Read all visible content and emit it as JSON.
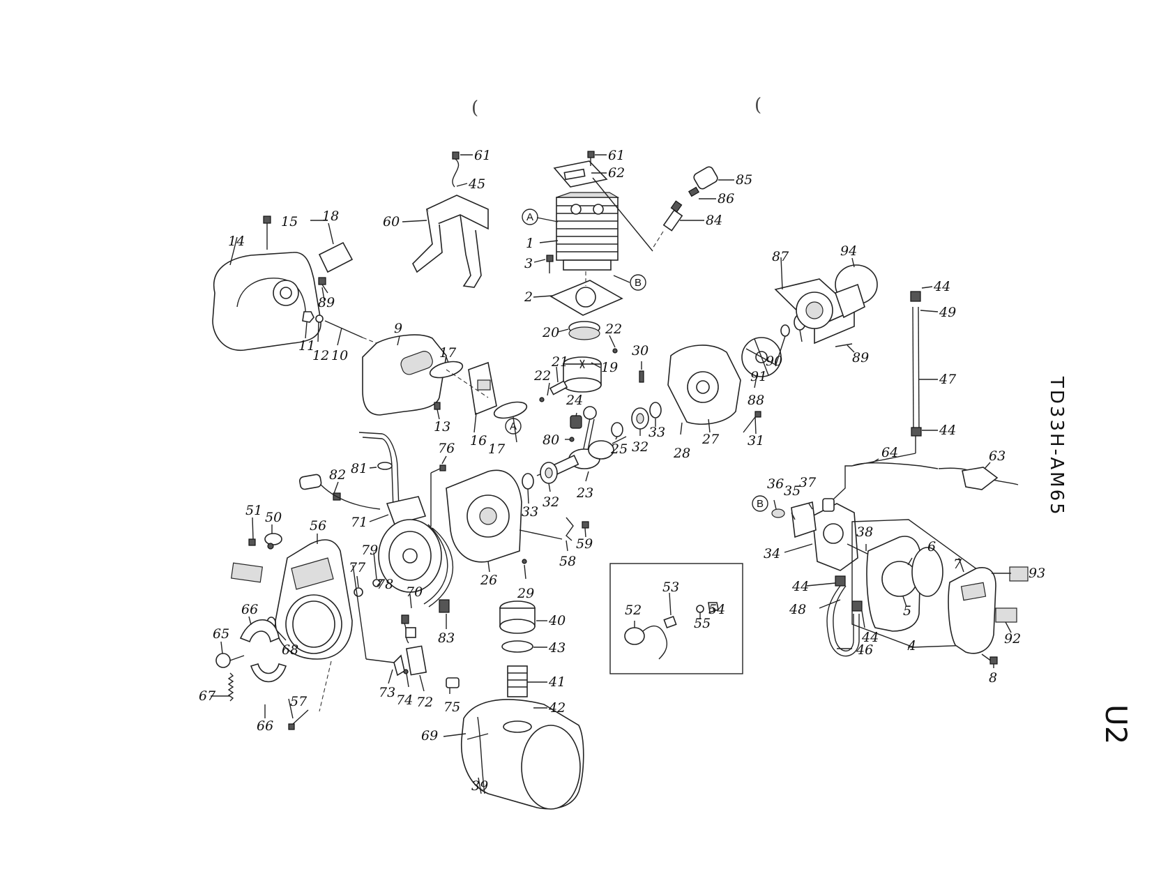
{
  "model": "TD33H-AM65",
  "page_number": "U2",
  "marks": {
    "paren_1": "(",
    "paren_2": "("
  },
  "ref_circles": {
    "A": "A",
    "B": "B"
  },
  "part_labels": {
    "p1": "1",
    "p2": "2",
    "p3": "3",
    "p4": "4",
    "p5": "5",
    "p6": "6",
    "p7": "7",
    "p8": "8",
    "p9": "9",
    "p10": "10",
    "p11": "11",
    "p12": "12",
    "p13": "13",
    "p14": "14",
    "p15": "15",
    "p16": "16",
    "p17a": "17",
    "p17b": "17",
    "p18": "18",
    "p19": "19",
    "p20": "20",
    "p21": "21",
    "p22a": "22",
    "p22b": "22",
    "p23": "23",
    "p24": "24",
    "p25": "25",
    "p26": "26",
    "p27": "27",
    "p28": "28",
    "p29": "29",
    "p30": "30",
    "p31": "31",
    "p32a": "32",
    "p32b": "32",
    "p33a": "33",
    "p33b": "33",
    "p34": "34",
    "p35": "35",
    "p36": "36",
    "p37": "37",
    "p38": "38",
    "p39": "39",
    "p40": "40",
    "p41": "41",
    "p42": "42",
    "p43": "43",
    "p44a": "44",
    "p44b": "44",
    "p44c": "44",
    "p44d": "44",
    "p45": "45",
    "p46": "46",
    "p47": "47",
    "p48": "48",
    "p49": "49",
    "p50": "50",
    "p51": "51",
    "p52": "52",
    "p53": "53",
    "p54": "54",
    "p55": "55",
    "p56": "56",
    "p57": "57",
    "p58": "58",
    "p59": "59",
    "p60": "60",
    "p61a": "61",
    "p61b": "61",
    "p62": "62",
    "p63": "63",
    "p64": "64",
    "p65": "65",
    "p66a": "66",
    "p66b": "66",
    "p67": "67",
    "p68": "68",
    "p69": "69",
    "p70": "70",
    "p71": "71",
    "p72": "72",
    "p73": "73",
    "p74": "74",
    "p75": "75",
    "p76": "76",
    "p77": "77",
    "p78": "78",
    "p79": "79",
    "p80": "80",
    "p81": "81",
    "p82": "82",
    "p83": "83",
    "p84": "84",
    "p85": "85",
    "p86": "86",
    "p87": "87",
    "p88": "88",
    "p89a": "89",
    "p89b": "89",
    "p90": "90",
    "p91": "91",
    "p92": "92",
    "p93": "93",
    "p94": "94"
  }
}
